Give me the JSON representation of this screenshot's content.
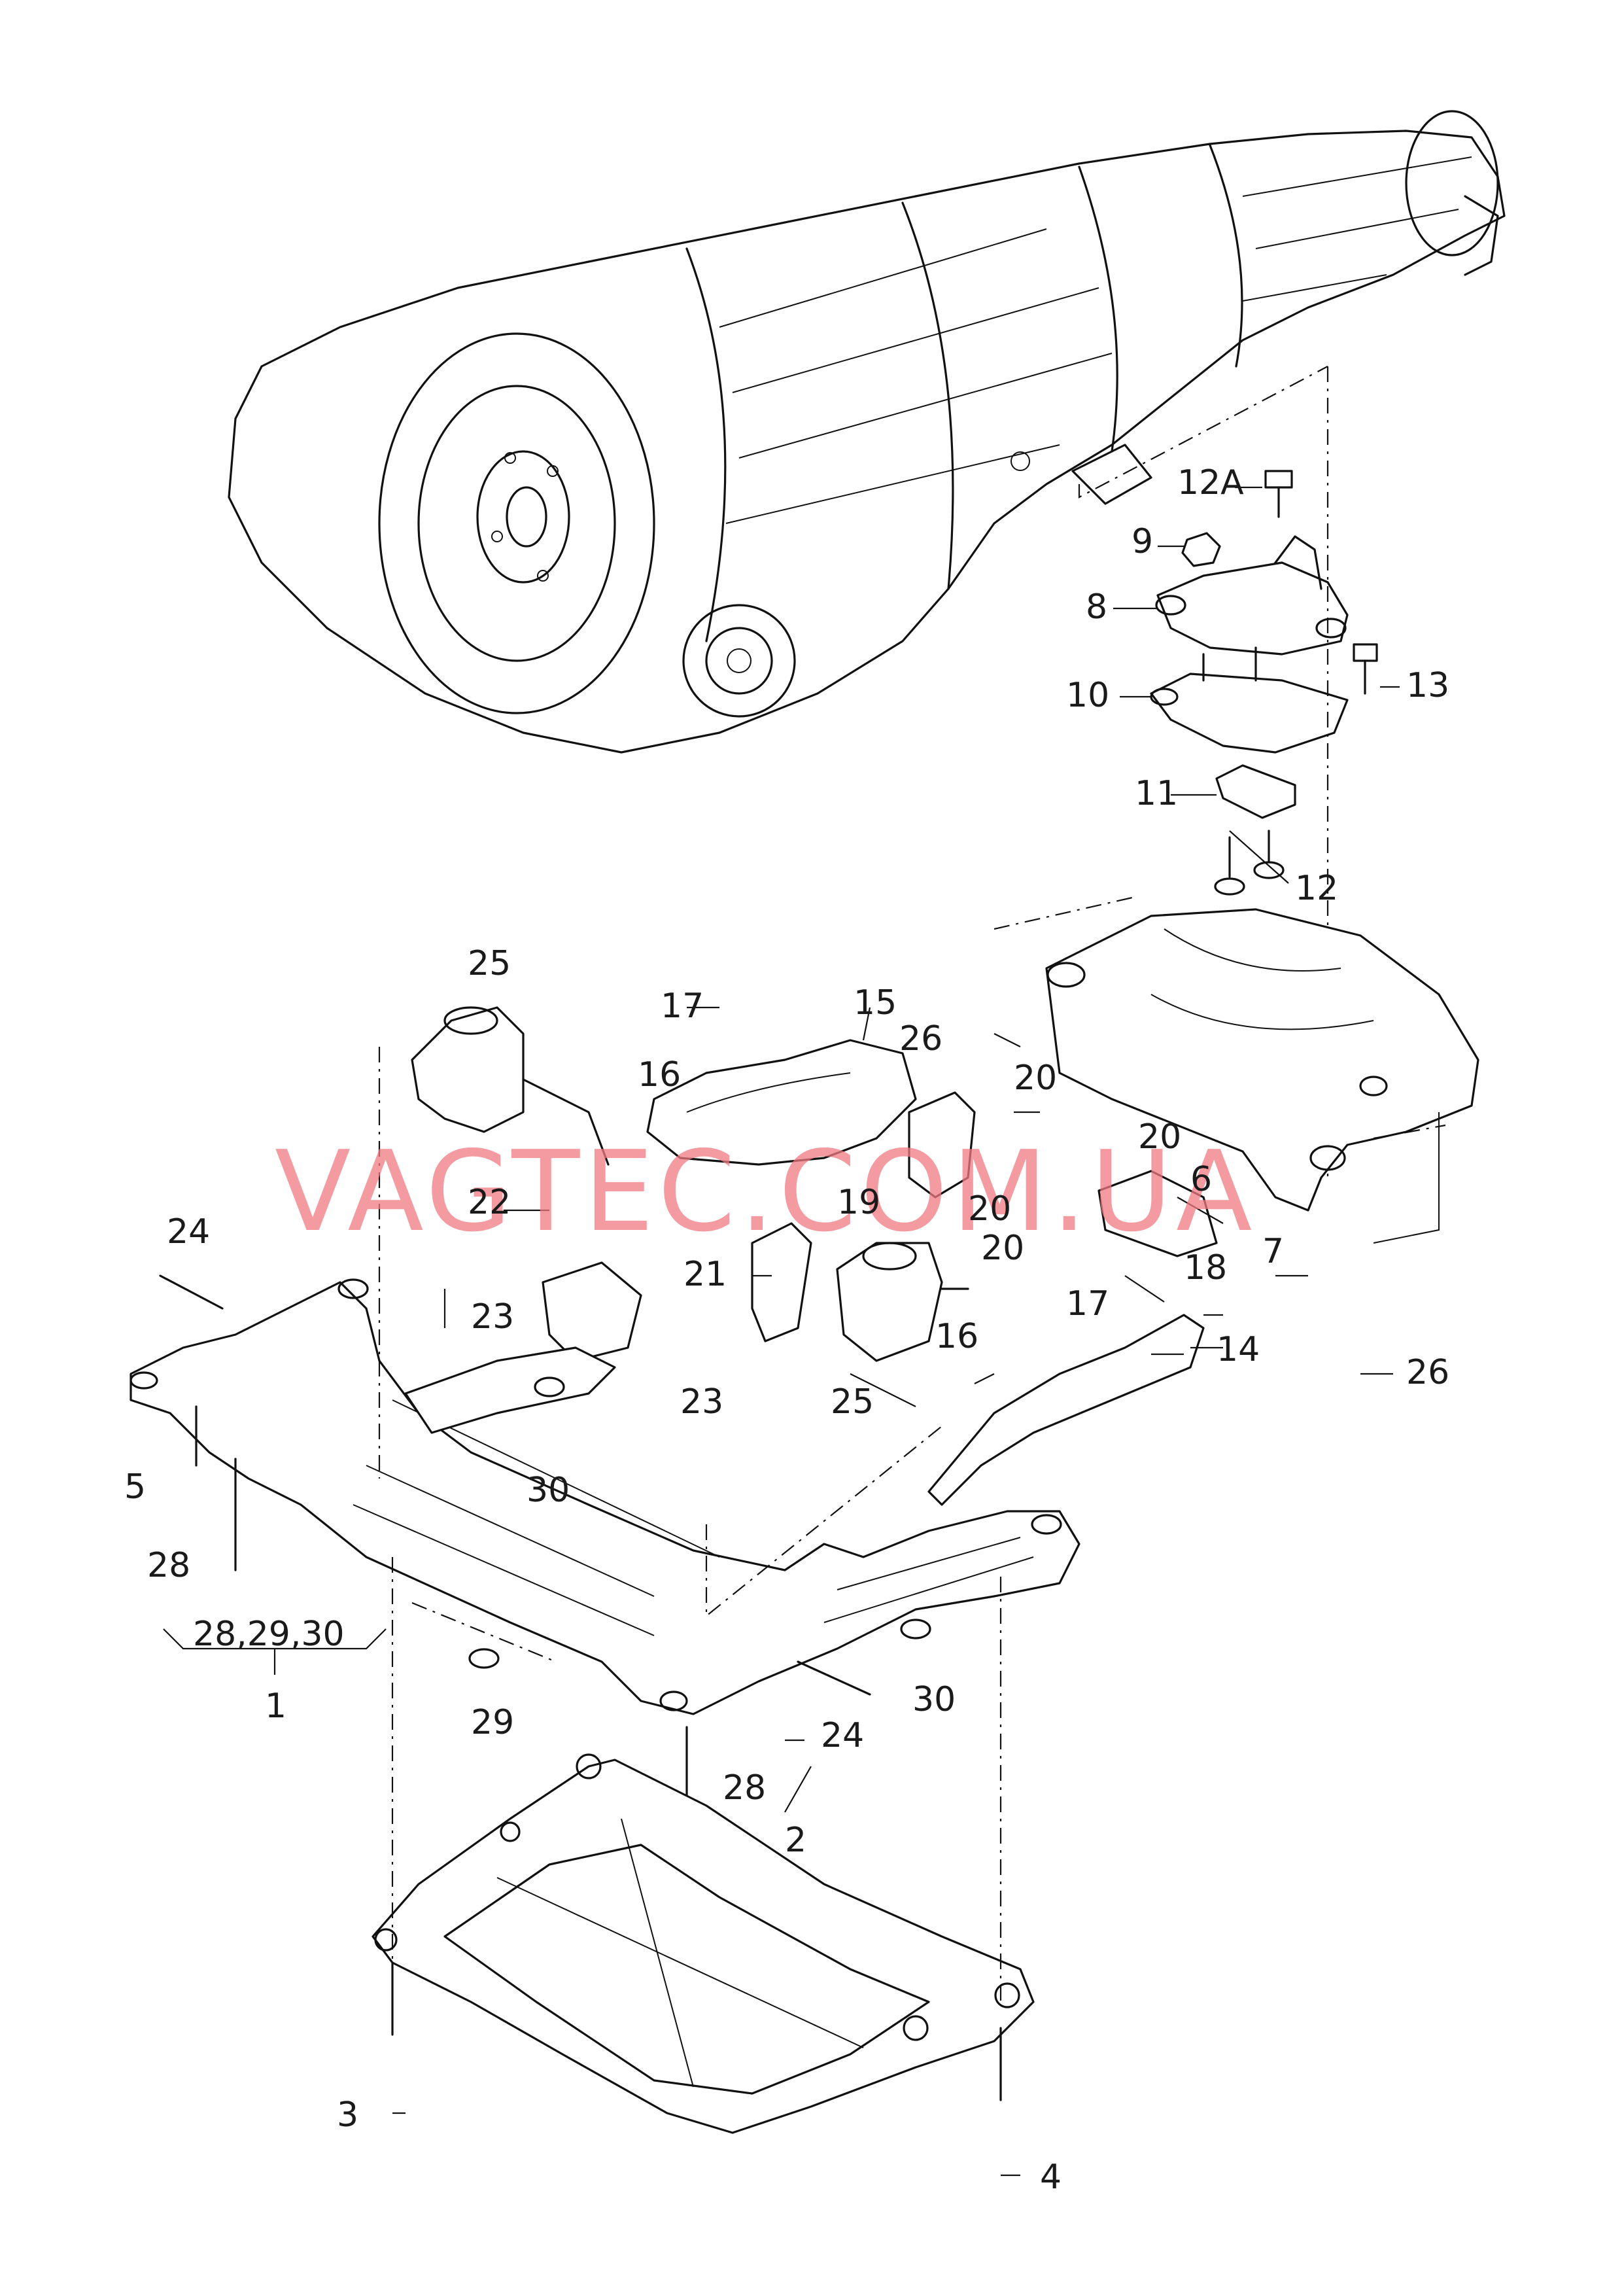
{
  "watermark": "VAGTEC.COM.UA",
  "callouts": {
    "c1": "1",
    "c2": "2",
    "c3": "3",
    "c4": "4",
    "c5": "5",
    "c6": "6",
    "c7": "7",
    "c8": "8",
    "c9": "9",
    "c10": "10",
    "c11": "11",
    "c12": "12",
    "c12a": "12A",
    "c13": "13",
    "c14": "14",
    "c15": "15",
    "c16a": "16",
    "c16b": "16",
    "c17a": "17",
    "c17b": "17",
    "c18": "18",
    "c19": "19",
    "c20a": "20",
    "c20b": "20",
    "c20c": "20",
    "c20d": "20",
    "c21": "21",
    "c22": "22",
    "c23a": "23",
    "c23b": "23",
    "c24a": "24",
    "c24b": "24",
    "c25a": "25",
    "c25b": "25",
    "c26a": "26",
    "c26b": "26",
    "c28a": "28",
    "c28b": "28",
    "c29": "29",
    "c30a": "30",
    "c30b": "30",
    "group_label": "28,29,30"
  }
}
